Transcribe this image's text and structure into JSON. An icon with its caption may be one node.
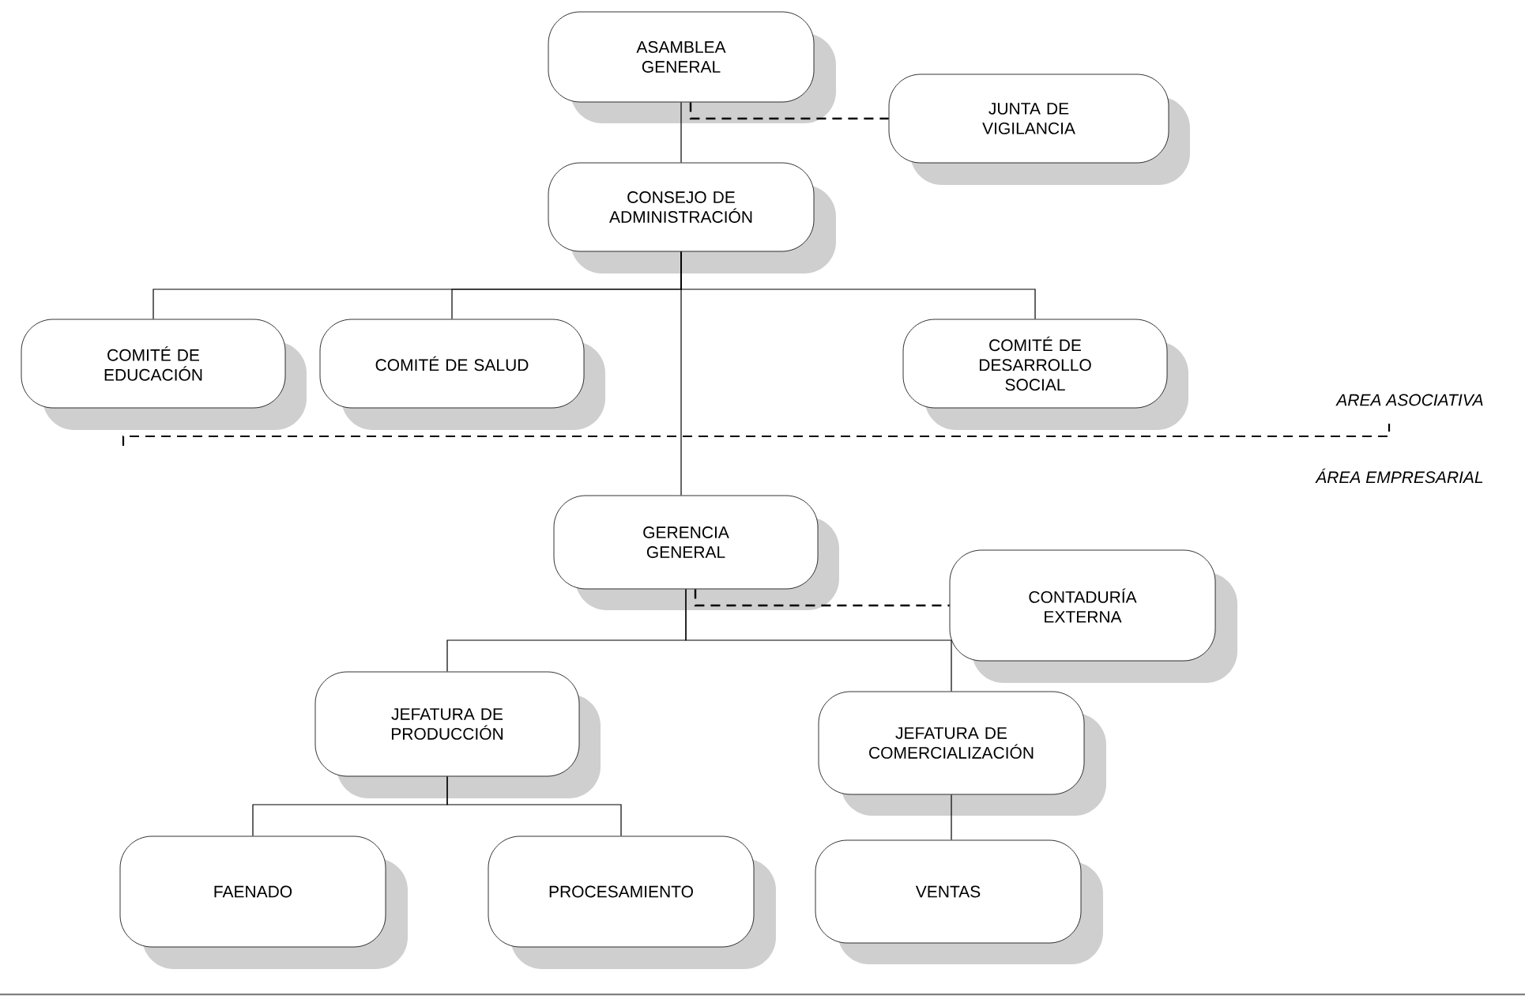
{
  "diagram": {
    "nodes": [
      {
        "text": [
          "ASAMBLEA GENERAL"
        ]
      },
      {
        "text": [
          "JUNTA DE VIGILANCIA"
        ]
      },
      {
        "text": [
          "CONSEJO DE ADMINISTRACIÓN"
        ]
      },
      {
        "text": [
          "COMITÉ DE EDUCACIÓN"
        ]
      },
      {
        "text": [
          "COMITÉ DE SALUD"
        ]
      },
      {
        "text": [
          "COMITÉ DE DESARROLLO SOCIAL"
        ]
      },
      {
        "text": [
          "GERENCIA GENERAL"
        ]
      },
      {
        "text": [
          "CONTADURÍA EXTERNA"
        ]
      },
      {
        "text": [
          "JEFATURA DE PRODUCCIÓN"
        ]
      },
      {
        "text": [
          "JEFATURA DE COMERCIALIZACIÓN"
        ]
      },
      {
        "text": [
          "FAENADO"
        ]
      },
      {
        "text": [
          "PROCESAMIENTO"
        ]
      },
      {
        "text": [
          "VENTAS"
        ]
      }
    ],
    "edges": [
      {
        "from": 0,
        "to": 1,
        "arrow": "none",
        "style": "dashed"
      },
      {
        "from": 0,
        "to": 2,
        "arrow": "none"
      },
      {
        "from": 2,
        "to": 3,
        "arrow": "none"
      },
      {
        "from": 2,
        "to": 4,
        "arrow": "none"
      },
      {
        "from": 2,
        "to": 5,
        "arrow": "none"
      },
      {
        "from": 2,
        "to": 6,
        "arrow": "none"
      },
      {
        "from": 6,
        "to": 7,
        "arrow": "none",
        "style": "dashed"
      },
      {
        "from": 6,
        "to": 8,
        "arrow": "none"
      },
      {
        "from": 6,
        "to": 9,
        "arrow": "none"
      },
      {
        "from": 8,
        "to": 10,
        "arrow": "none"
      },
      {
        "from": 8,
        "to": 11,
        "arrow": "none"
      },
      {
        "from": 9,
        "to": 12,
        "arrow": "none"
      }
    ],
    "labels": [
      "AREA ASOCIATIVA",
      "ÁREA EMPRESARIAL"
    ]
  }
}
